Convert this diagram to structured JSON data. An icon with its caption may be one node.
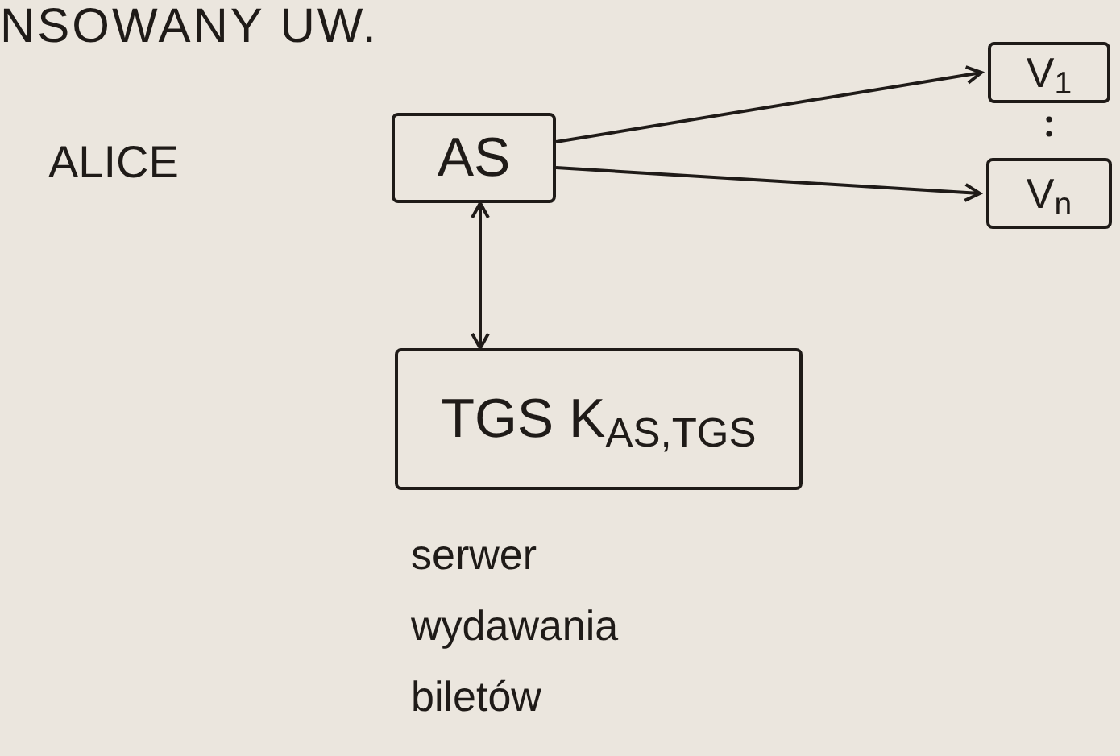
{
  "diagram": {
    "nodes": [
      {
        "text": [
          "AS"
        ]
      },
      {
        "text": [
          "V$_{1}$"
        ]
      },
      {
        "text": [
          "V$_{n}$"
        ]
      },
      {
        "text": [
          "TGS K$_{AS,TGS}$"
        ],
        "beside": [
          "serwer wydawania biletów"
        ]
      }
    ],
    "edges": [
      {
        "from": 0,
        "to": 1,
        "arrow": "to"
      },
      {
        "from": 0,
        "to": 2,
        "arrow": "to"
      },
      {
        "from": 0,
        "to": 3,
        "arrow": "both"
      }
    ],
    "labels": [
      "NSOWANY UW.",
      "ALICE"
    ]
  }
}
